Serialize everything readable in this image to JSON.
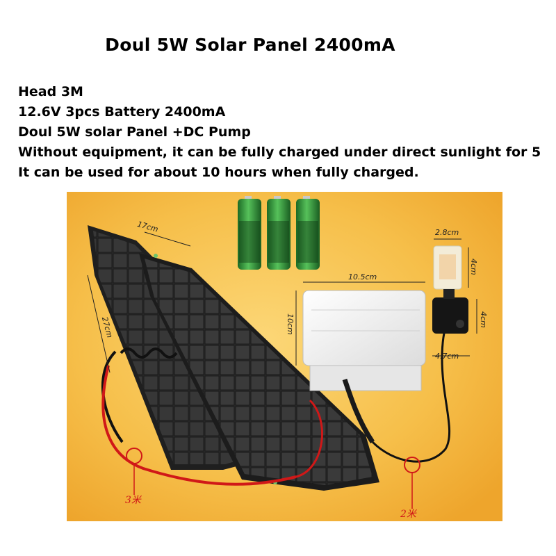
{
  "title": "Doul 5W Solar Panel 2400mA",
  "specs": [
    "Head 3M",
    "12.6V 3pcs Battery 2400mA",
    "Doul 5W solar Panel +DC Pump",
    "Without equipment, it can be fully charged under direct sunlight for 5",
    "It can be used for about 10 hours when fully charged."
  ],
  "dimensions": {
    "panel_width": "17cm",
    "panel_height": "27cm",
    "box_width": "10.5cm",
    "box_height": "10cm",
    "nozzle_width": "2.8cm",
    "nozzle_height": "4cm",
    "pump_height": "4cm",
    "pump_width": "4.7cm"
  },
  "cable_lengths": {
    "panel_cable": "3米",
    "pump_cable": "2米"
  },
  "colors": {
    "background": "#f4b640",
    "panel": "#2b2b2b",
    "battery": "#2e9a3a",
    "cable_red": "#d01818",
    "box": "#f2f2f2"
  }
}
